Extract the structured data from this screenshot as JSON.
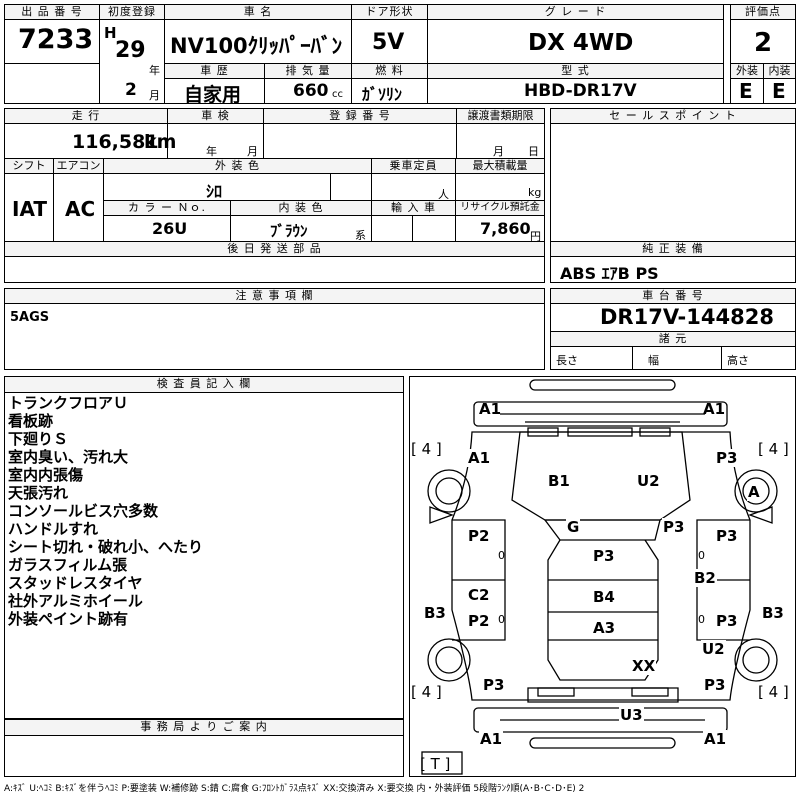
{
  "headers": {
    "lot": "出 品 番 号",
    "first_reg": "初度登録",
    "car_name": "車 名",
    "door": "ドア形状",
    "grade": "グ レ ー ド",
    "score": "評価点",
    "history": "車 歴",
    "displacement": "排 気 量",
    "fuel": "燃 料",
    "model": "型 式",
    "exterior": "外装",
    "interior": "内装",
    "mileage": "走 行",
    "inspection": "車 検",
    "reg_no": "登 録 番 号",
    "transfer_deadline": "譲渡書類期限",
    "sales_point": "セ ー ル ス ポ イ ン ト",
    "shift": "シフト",
    "aircon": "エアコン",
    "ext_color": "外 装 色",
    "capacity": "乗車定員",
    "max_load": "最大積載量",
    "color_no": "カ ラ ー Ｎｏ.",
    "int_color": "内 装 色",
    "import": "輸 入 車",
    "recycle": "リサイクル預託金",
    "later_parts": "後 日 発 送 部 品",
    "genuine_equipment": "純 正 装 備",
    "caution": "注 意 事 項 欄",
    "chassis_no": "車 台 番 号",
    "specs": "諸 元",
    "inspector": "検 査 員 記 入 欄",
    "office": "事 務 局 よ り ご 案 内"
  },
  "vehicle": {
    "lot_number": "7233",
    "era": "H",
    "year": "29",
    "month": "2",
    "year_unit": "年",
    "month_unit": "月",
    "name": "NV100ｸﾘｯﾊﾟｰﾊﾞﾝ",
    "doors": "5V",
    "grade": "DX 4WD",
    "score": "2",
    "history": "自家用",
    "displacement": "660",
    "cc_unit": "cc",
    "fuel": "ｶﾞｿﾘﾝ",
    "model_code": "HBD-DR17V",
    "exterior_grade": "E",
    "interior_grade": "E",
    "mileage": "116,581",
    "mileage_unit": "km",
    "inspection_year_unit": "年",
    "inspection_month_unit": "月",
    "transfer_month_unit": "月",
    "transfer_day_unit": "日",
    "shift": "IAT",
    "aircon": "AC",
    "ext_color": "ｼﾛ",
    "capacity_unit": "人",
    "load_unit": "kg",
    "color_code": "26U",
    "int_color": "ﾌﾞﾗｳﾝ",
    "int_suffix": "系",
    "recycle_fee": "7,860",
    "yen_unit": "円",
    "genuine_equipment": "ABS ｴｱB PS",
    "caution_text": "5AGS",
    "chassis_number": "DR17V-144828",
    "spec_length": "長さ",
    "spec_width": "幅",
    "spec_height": "高さ"
  },
  "inspector_notes": [
    "トランクフロアＵ",
    "看板跡",
    "下廻りＳ",
    "室内臭い、汚れ大",
    "室内内張傷",
    "天張汚れ",
    "コンソールビス穴多数",
    "ハンドルすれ",
    "シート切れ・破れ小、へたり",
    "ガラスフィルム張",
    "スタッドレスタイヤ",
    "社外アルミホイール",
    "外装ペイント跡有"
  ],
  "diagram": {
    "labels": {
      "a1_front_left": "A1",
      "a1_front_right": "A1",
      "tire_fl": "[ 4 ]",
      "tire_fr": "[ 4 ]",
      "tire_rl": "[ 4 ]",
      "tire_rr": "[ 4 ]",
      "a1_fender_left": "A1",
      "p3_fender_right": "P3",
      "b1_bonnet": "B1",
      "u2_bonnet": "U2",
      "wheel_fr": "A",
      "g_windshield": "G",
      "p3_pillar_right": "P3",
      "p2_front_door_left": "P2",
      "p3_front_door_right": "P3",
      "p3_roof": "P3",
      "b2_right": "B2",
      "c2_left": "C2",
      "p2_rear_door_left": "P2",
      "b4_roof": "B4",
      "p3_rear_door_right": "P3",
      "b3_left": "B3",
      "b3_right": "B3",
      "a3_roof": "A3",
      "u2_rear_right": "U2",
      "xx_rear_glass": "XX",
      "p3_quarter_left": "P3",
      "p3_quarter_right": "P3",
      "u3_back": "U3",
      "a1_rear_left": "A1",
      "a1_rear_right": "A1",
      "t_box": "[ T ]",
      "mark_0_left1": "0",
      "mark_0_right1": "0",
      "mark_0_left2": "0",
      "mark_0_right2": "0"
    }
  },
  "legend": "A:ｷｽﾞ U:ﾍｺﾐ B:ｷｽﾞを伴うﾍｺﾐ P:要塗装 W:補修跡 S:錆 C:腐食 G:ﾌﾛﾝﾄｶﾞﾗｽ点ｷｽﾞ XX:交換済み X:要交換 内・外装評価 5段階ﾗﾝｸ順(A･B･C･D･E) 2"
}
